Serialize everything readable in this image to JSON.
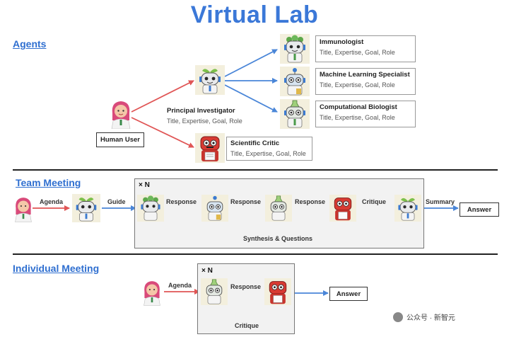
{
  "title": "Virtual Lab",
  "sections": {
    "agents": "Agents",
    "team_meeting": "Team Meeting",
    "individual_meeting": "Individual Meeting"
  },
  "agents": {
    "human_user": "Human User",
    "principal_investigator": {
      "name": "Principal Investigator",
      "attributes": "Title, Expertise, Goal, Role"
    },
    "scientific_critic": {
      "name": "Scientific Critic",
      "attributes": "Title, Expertise, Goal, Role"
    },
    "immunologist": {
      "name": "Immunologist",
      "attributes": "Title, Expertise, Goal, Role"
    },
    "ml_specialist": {
      "name": "Machine Learning Specialist",
      "attributes": "Title, Expertise, Goal, Role"
    },
    "comp_biologist": {
      "name": "Computational Biologist",
      "attributes": "Title, Expertise, Goal, Role"
    }
  },
  "team_meeting": {
    "repeat": "× N",
    "labels": {
      "agenda": "Agenda",
      "guide": "Guide",
      "response_1": "Response",
      "response_2": "Response",
      "response_3": "Response",
      "critique": "Critique",
      "summary": "Summary",
      "synthesis": "Synthesis & Questions"
    },
    "answer": "Answer"
  },
  "individual_meeting": {
    "repeat": "× N",
    "labels": {
      "agenda": "Agenda",
      "response": "Response",
      "critique": "Critique"
    },
    "answer": "Answer"
  },
  "watermark": "公众号 · 新智元",
  "colors": {
    "accent": "#3b78d8",
    "human_arrow": "#e05555",
    "agent_arrow": "#4a86d8",
    "pi_robot": "#e8eaec",
    "critic_robot": "#d83a32",
    "human": "#e85a8a"
  }
}
